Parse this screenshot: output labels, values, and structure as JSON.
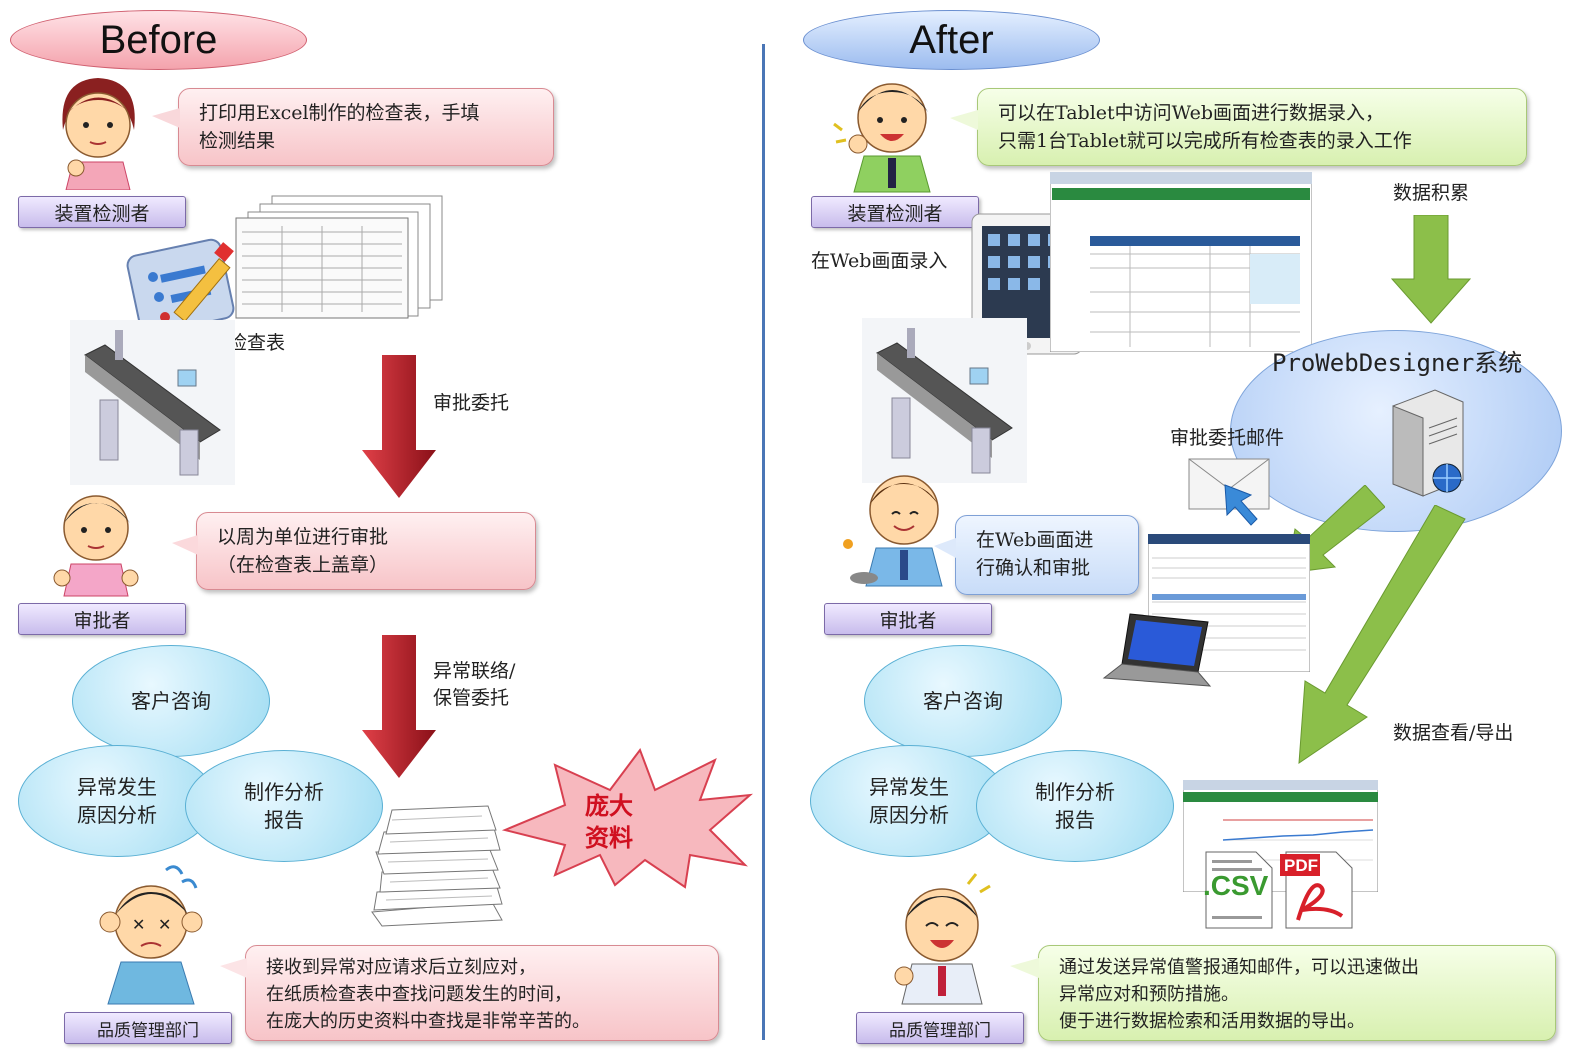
{
  "before": {
    "title": "Before",
    "inspector_role": "装置检测者",
    "inspector_bubble": [
      "打印用Excel制作的检查表，手填",
      "检测结果"
    ],
    "paper_label": "手填检查表",
    "approve_arrow_label": "审批委托",
    "approver_role": "审批者",
    "approver_bubble": [
      "以周为单位进行审批",
      "（在检查表上盖章）"
    ],
    "anomaly_arrow_label": [
      "异常联络/",
      "保管委托"
    ],
    "cloud_customer": "客户咨询",
    "cloud_cause": [
      "异常发生",
      "原因分析"
    ],
    "cloud_report": [
      "制作分析",
      "报告"
    ],
    "huge_data": [
      "庞大",
      "资料"
    ],
    "qa_role": "品质管理部门",
    "qa_bubble": [
      "接收到异常对应请求后立刻应对，",
      "在纸质检查表中查找问题发生的时间，",
      "在庞大的历史资料中查找是非常辛苦的。"
    ]
  },
  "after": {
    "title": "After",
    "inspector_role": "装置检测者",
    "inspector_bubble": [
      "可以在Tablet中访问Web画面进行数据录入，",
      "只需1台Tablet就可以完成所有检查表的录入工作"
    ],
    "web_entry_label": "在Web画面录入",
    "data_accumulate_label": "数据积累",
    "system_label": "ProWebDesigner系统",
    "mail_label": "审批委托邮件",
    "approver_role": "审批者",
    "approver_bubble": [
      "在Web画面进",
      "行确认和审批"
    ],
    "view_export_label": "数据查看/导出",
    "cloud_customer": "客户咨询",
    "cloud_cause": [
      "异常发生",
      "原因分析"
    ],
    "cloud_report": [
      "制作分析",
      "报告"
    ],
    "qa_role": "品质管理部门",
    "qa_bubble": [
      "通过发送异常值警报通知邮件，可以迅速做出",
      "异常应对和预防措施。",
      "便于进行数据检索和活用数据的导出。"
    ],
    "csv_text": ".CSV",
    "pdf_text": "PDF"
  },
  "colors": {
    "red_arrow": "#b0202a",
    "green_arrow": "#8cbf4a",
    "divider": "#4a76b6",
    "role_tag": "#c8bcec"
  }
}
